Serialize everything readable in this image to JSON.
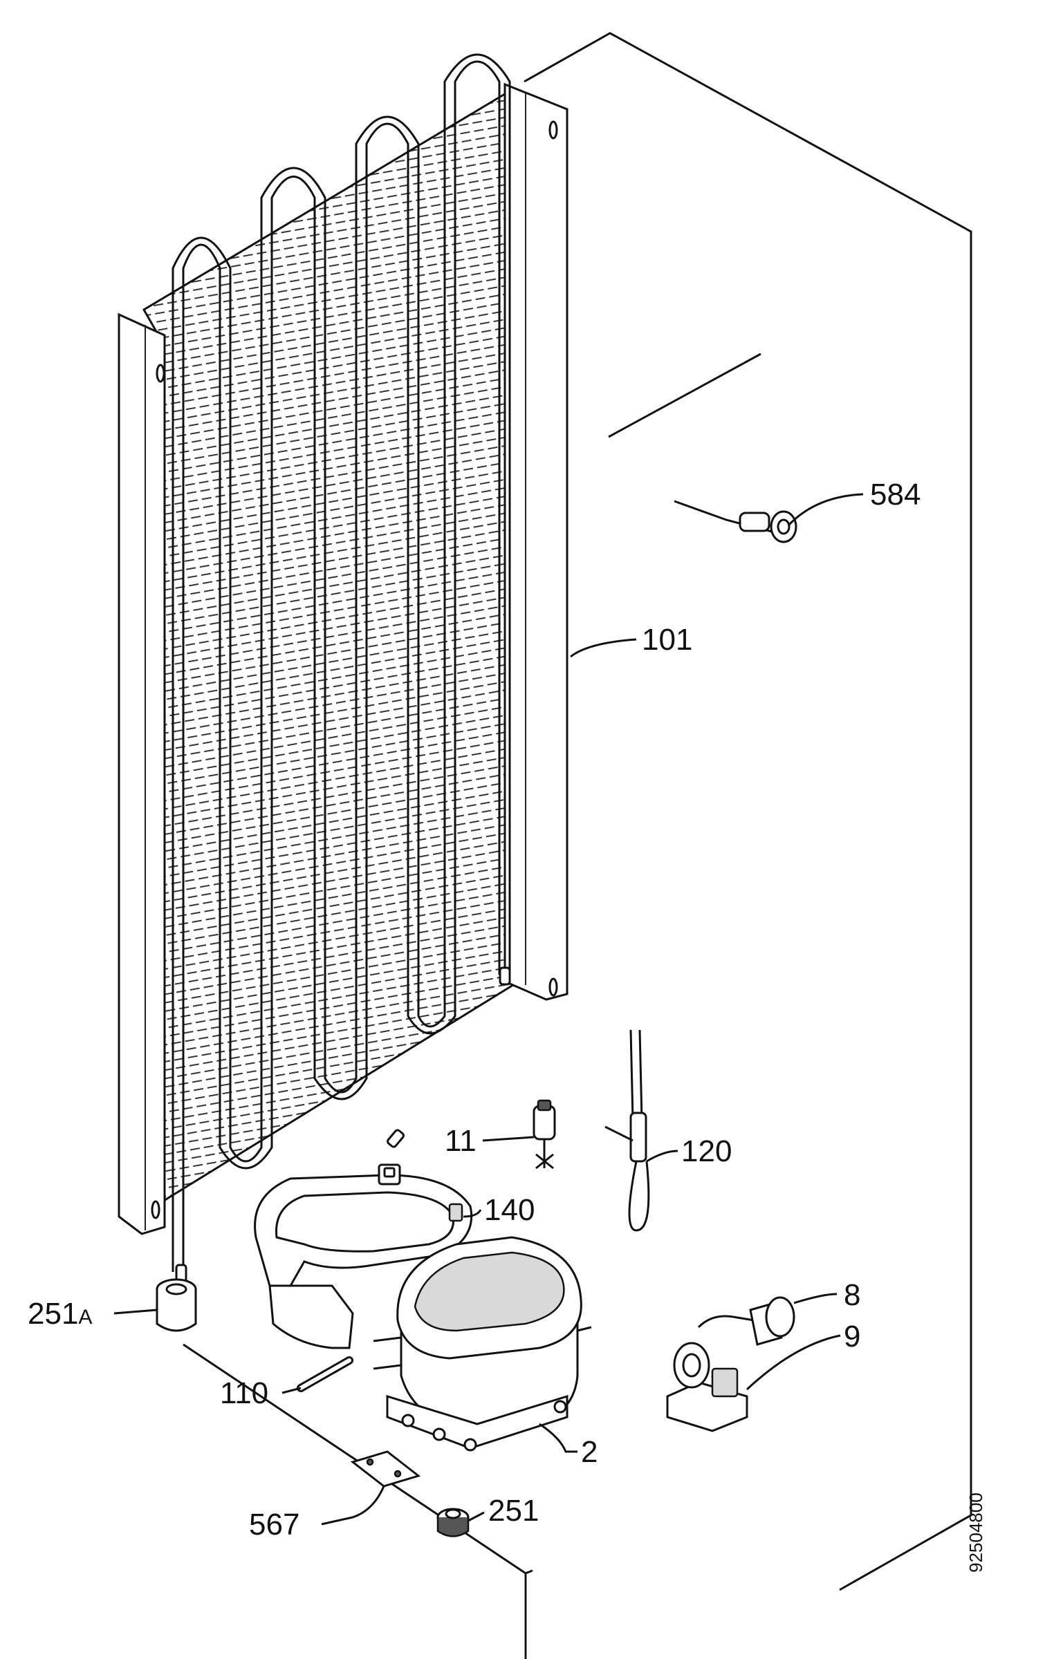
{
  "labels": {
    "p584": "584",
    "p101": "101",
    "p11": "11",
    "p120": "120",
    "p140": "140",
    "p8": "8",
    "p9": "9",
    "p251A_num": "251",
    "p251A_suffix": "A",
    "p110": "110",
    "p2": "2",
    "p567": "567",
    "p251": "251"
  },
  "doc_id": "92504800"
}
